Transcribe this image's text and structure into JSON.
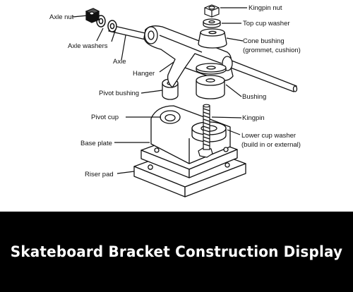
{
  "labels": {
    "axle_nut": "Axle nut",
    "axle_washers": "Axle washers",
    "axle": "Axle",
    "hanger": "Hanger",
    "pivot_bushing": "Pivot bushing",
    "pivot_cup": "Pivot cup",
    "base_plate": "Base plate",
    "riser_pad": "Riser pad",
    "kingpin_nut": "Kingpin nut",
    "top_cup_washer": "Top cup washer",
    "cone_bushing": "Cone bushing",
    "cone_bushing_note": "(grommet, cushion)",
    "bushing": "Bushing",
    "kingpin": "Kingpin",
    "lower_cup_washer": "Lower cup washer",
    "lower_cup_washer_note": "(build in or external)"
  },
  "banner": {
    "title": "Skateboard Bracket Construction Display"
  },
  "colors": {
    "banner_bg": "#000000",
    "banner_text": "#ffffff",
    "line": "#111111"
  }
}
